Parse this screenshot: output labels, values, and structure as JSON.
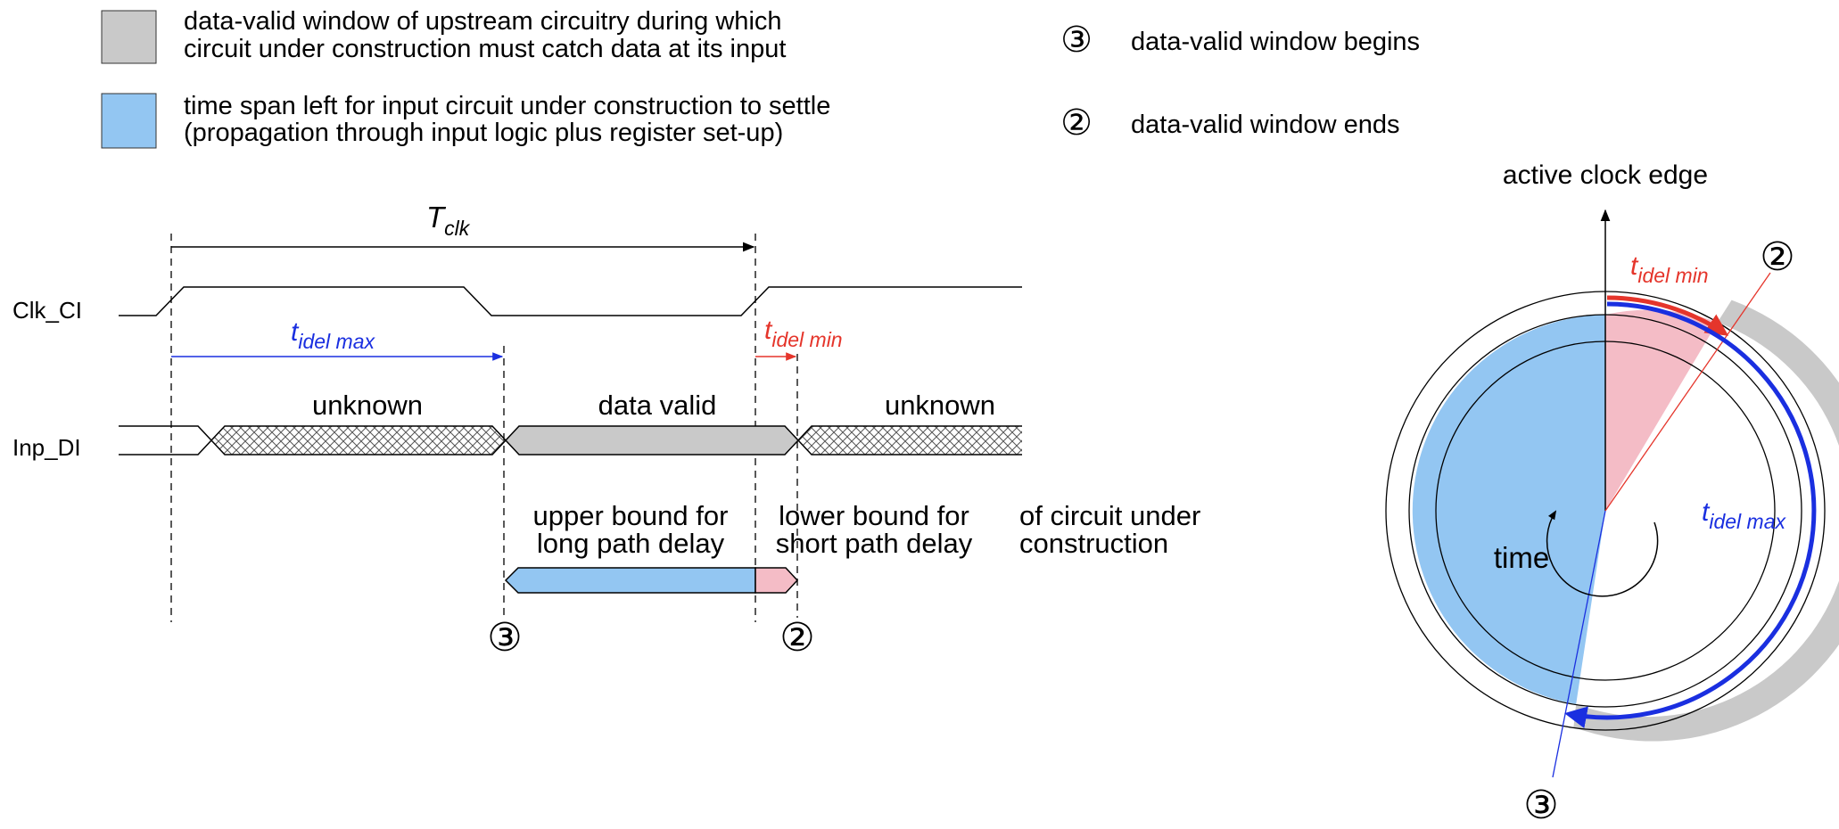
{
  "legend": {
    "gray_line1": "data-valid window of upstream circuitry during which",
    "gray_line2": "circuit under construction must catch data at its input",
    "blue_line1": "time span left for input circuit under construction to settle",
    "blue_line2": "(propagation through input logic plus register set-up)",
    "marker3": "③",
    "marker3_text": "data-valid window begins",
    "marker2": "②",
    "marker2_text": "data-valid window ends"
  },
  "timing": {
    "clk_label": "Clk_CI",
    "inp_label": "Inp_DI",
    "tclk_main": "T",
    "tclk_sub": "clk",
    "tmax_main": "t",
    "tmax_sub": "idel max",
    "tmin_main": "t",
    "tmin_sub": "idel min",
    "unknown_left": "unknown",
    "data_valid": "data valid",
    "unknown_right": "unknown",
    "upper_bound_1": "upper bound for",
    "upper_bound_2": "long path delay",
    "lower_bound_1": "lower bound for",
    "lower_bound_2": "short path delay",
    "circuit_1": "of circuit under",
    "circuit_2": "construction",
    "marker3": "③",
    "marker2": "②"
  },
  "clock": {
    "active_edge": "active clock edge",
    "time_label": "time",
    "tmin_main": "t",
    "tmin_sub": "idel min",
    "tmax_main": "t",
    "tmax_sub": "idel max",
    "marker2": "②",
    "marker3": "③"
  },
  "colors": {
    "gray": "#c9c9c9",
    "blue": "#93c6f2",
    "pink": "#f4bcc6",
    "red_arrow": "#e5352b",
    "blue_arrow": "#1a2fe0"
  }
}
